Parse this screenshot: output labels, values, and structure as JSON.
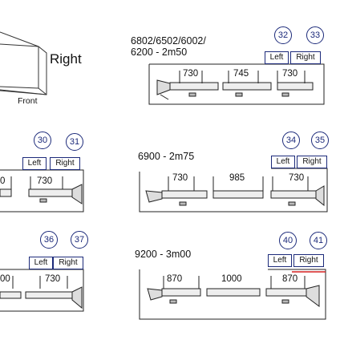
{
  "view_labels": {
    "right": "Right",
    "front": "Front"
  },
  "groups": [
    {
      "title": "6802/6502/6002/",
      "subtitle": "6200 - 2m50",
      "callouts": [
        "32",
        "33"
      ],
      "sides": [
        "Left",
        "Right"
      ],
      "dims": [
        "730",
        "745",
        "730"
      ]
    },
    {
      "title": "",
      "subtitle": "",
      "callouts": [
        "30",
        "31"
      ],
      "sides": [
        "Left",
        "Right"
      ],
      "dims": [
        "0",
        "730"
      ]
    },
    {
      "title": "6900 - 2m75",
      "subtitle": "",
      "callouts": [
        "34",
        "35"
      ],
      "sides": [
        "Left",
        "Right"
      ],
      "dims": [
        "730",
        "985",
        "730"
      ]
    },
    {
      "title": "",
      "subtitle": "",
      "callouts": [
        "36",
        "37"
      ],
      "sides": [
        "Left",
        "Right"
      ],
      "dims": [
        "00",
        "730"
      ]
    },
    {
      "title": "9200 - 3m00",
      "subtitle": "",
      "callouts": [
        "40",
        "41"
      ],
      "sides": [
        "Left",
        "Right"
      ],
      "dims": [
        "870",
        "1000",
        "870"
      ]
    }
  ],
  "colors": {
    "callout": "#1c2a7a",
    "highlight": "#d42020"
  }
}
